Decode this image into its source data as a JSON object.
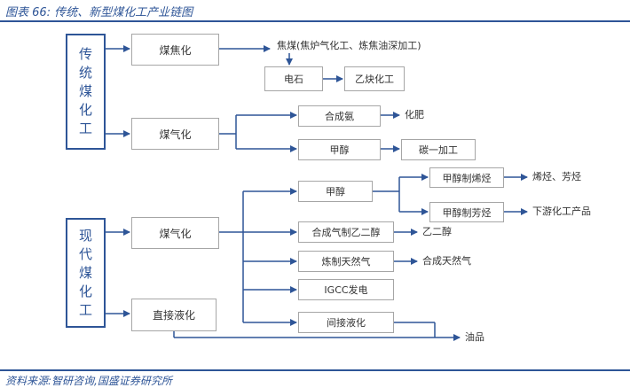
{
  "header": {
    "title": "图表 66:  传统、新型煤化工产业链图"
  },
  "footer": {
    "source": "资料来源:智研咨询,国盛证券研究所"
  },
  "diagram": {
    "traditional": {
      "label": "传统煤化工",
      "coking": "煤焦化",
      "coke": "焦煤(焦炉气化工、炼焦油深加工)",
      "calcium_carbide": "电石",
      "acetylene": "乙炔化工",
      "gasification": "煤气化",
      "ammonia": "合成氨",
      "fertilizer": "化肥",
      "methanol": "甲醇",
      "c1": "碳一加工"
    },
    "modern": {
      "label": "现代煤化工",
      "gasification": "煤气化",
      "methanol": "甲醇",
      "mto": "甲醇制烯烃",
      "olefins": "烯烃、芳烃",
      "mta": "甲醇制芳烃",
      "downstream": "下游化工产品",
      "syngas_eg": "合成气制乙二醇",
      "eg": "乙二醇",
      "sng": "炼制天然气",
      "natural_gas": "合成天然气",
      "igcc": "IGCC发电",
      "indirect": "间接液化",
      "direct": "直接液化",
      "oil": "油品"
    }
  }
}
